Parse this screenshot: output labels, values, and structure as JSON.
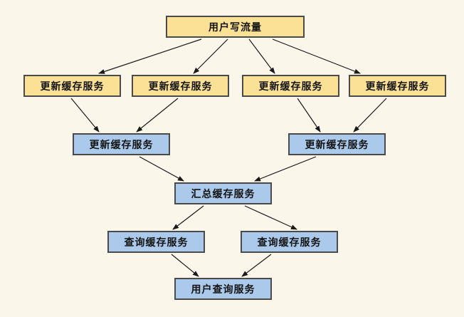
{
  "diagram": {
    "nodes": [
      {
        "id": "user-write",
        "label": "用户写流量",
        "kind": "source"
      },
      {
        "id": "update-1",
        "label": "更新缓存服务",
        "kind": "source"
      },
      {
        "id": "update-2",
        "label": "更新缓存服务",
        "kind": "source"
      },
      {
        "id": "update-3",
        "label": "更新缓存服务",
        "kind": "source"
      },
      {
        "id": "update-4",
        "label": "更新缓存服务",
        "kind": "source"
      },
      {
        "id": "update-l2-left",
        "label": "更新缓存服务",
        "kind": "service"
      },
      {
        "id": "update-l2-right",
        "label": "更新缓存服务",
        "kind": "service"
      },
      {
        "id": "aggregate",
        "label": "汇总缓存服务",
        "kind": "service"
      },
      {
        "id": "query-left",
        "label": "查询缓存服务",
        "kind": "service"
      },
      {
        "id": "query-right",
        "label": "查询缓存服务",
        "kind": "service"
      },
      {
        "id": "user-query",
        "label": "用户查询服务",
        "kind": "service"
      }
    ],
    "edges": [
      {
        "from": "user-write",
        "to": "update-1"
      },
      {
        "from": "user-write",
        "to": "update-2"
      },
      {
        "from": "user-write",
        "to": "update-3"
      },
      {
        "from": "user-write",
        "to": "update-4"
      },
      {
        "from": "update-1",
        "to": "update-l2-left"
      },
      {
        "from": "update-2",
        "to": "update-l2-left"
      },
      {
        "from": "update-3",
        "to": "update-l2-right"
      },
      {
        "from": "update-4",
        "to": "update-l2-right"
      },
      {
        "from": "update-l2-left",
        "to": "aggregate"
      },
      {
        "from": "update-l2-right",
        "to": "aggregate"
      },
      {
        "from": "aggregate",
        "to": "query-left"
      },
      {
        "from": "aggregate",
        "to": "query-right"
      },
      {
        "from": "query-left",
        "to": "user-query"
      },
      {
        "from": "query-right",
        "to": "user-query"
      }
    ],
    "colors": {
      "background": "#faf6ea",
      "source_fill": "#fae195",
      "service_fill": "#aac9eb",
      "node_border": "#4a4a4a",
      "arrow": "#1a1a1a"
    }
  }
}
